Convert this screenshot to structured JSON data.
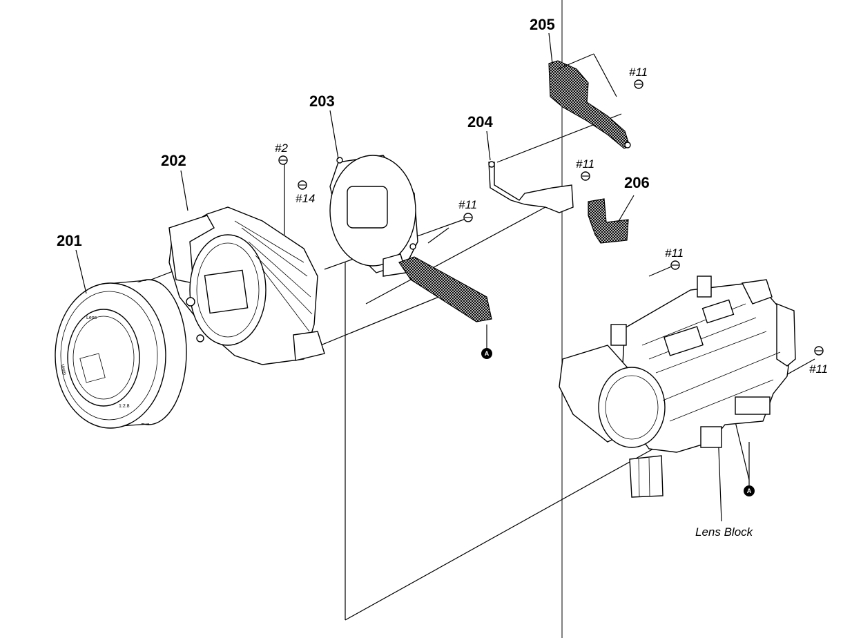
{
  "labels": {
    "p201": "201",
    "p202": "202",
    "p203": "203",
    "p204": "204",
    "p205": "205",
    "p206": "206"
  },
  "screws": {
    "s2": "#2",
    "s14": "#14",
    "s11_a": "#11",
    "s11_b": "#11",
    "s11_c": "#11",
    "s11_d": "#11",
    "s11_e": "#11"
  },
  "lens_block": "Lens Block",
  "refs": {
    "a1": "A",
    "a2": "A"
  },
  "lens_ring": {
    "t1": "Lens",
    "t2": "Vario",
    "t3": "1:2.8"
  }
}
